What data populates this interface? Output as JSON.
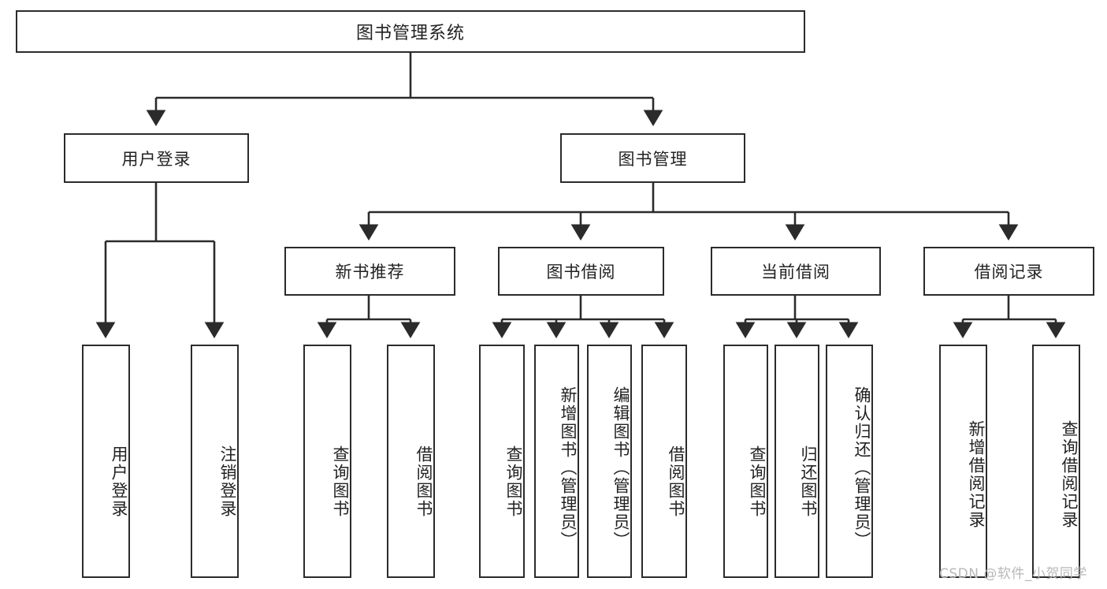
{
  "diagram": {
    "title": "图书管理系统",
    "type": "hierarchy-tree",
    "levels": 4,
    "root": {
      "label": "图书管理系统"
    },
    "level2": [
      {
        "label": "用户登录"
      },
      {
        "label": "图书管理"
      }
    ],
    "level3": [
      {
        "label": "新书推荐"
      },
      {
        "label": "图书借阅"
      },
      {
        "label": "当前借阅"
      },
      {
        "label": "借阅记录"
      }
    ],
    "leaves_user_login": [
      {
        "label": "用户登录"
      },
      {
        "label": "注销登录"
      }
    ],
    "leaves_new_book": [
      {
        "label": "查询图书"
      },
      {
        "label": "借阅图书"
      }
    ],
    "leaves_borrow": [
      {
        "label": "查询图书"
      },
      {
        "label": "新增图书（管理员）"
      },
      {
        "label": "编辑图书（管理员）"
      },
      {
        "label": "借阅图书"
      }
    ],
    "leaves_current": [
      {
        "label": "查询图书"
      },
      {
        "label": "归还图书"
      },
      {
        "label": "确认归还（管理员）"
      }
    ],
    "leaves_record": [
      {
        "label": "新增借阅记录"
      },
      {
        "label": "查询借阅记录"
      }
    ]
  },
  "watermark": {
    "text": "CSDN @软件_小贺同学"
  },
  "colors": {
    "stroke": "#2b2b2b",
    "fill": "#ffffff",
    "text": "#222222",
    "watermark": "#b8b8b8"
  }
}
